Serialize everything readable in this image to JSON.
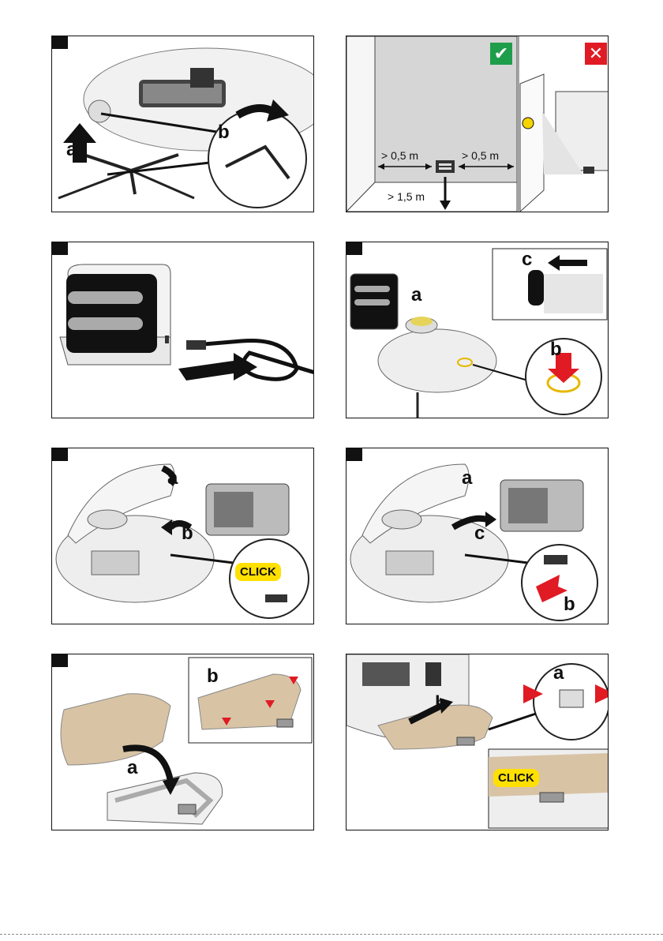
{
  "panels": {
    "p1": {
      "label_a": "a",
      "label_b": "b"
    },
    "p2": {
      "dim_left": "> 0,5 m",
      "dim_right": "> 0,5 m",
      "dim_front": "> 1,5 m",
      "ok_icon": "checkmark-icon",
      "no_icon": "cross-icon"
    },
    "p3": {},
    "p4": {
      "label_a": "a",
      "label_b": "b",
      "label_c": "c"
    },
    "p5": {
      "label_a": "a",
      "label_b": "b",
      "click": "CLICK"
    },
    "p6": {
      "label_a": "a",
      "label_b": "b",
      "label_c": "c"
    },
    "p7": {
      "label_a": "a",
      "label_b": "b"
    },
    "p8": {
      "label_a": "a",
      "label_b": "b",
      "click": "CLICK"
    }
  },
  "colors": {
    "ok": "#1e9e4a",
    "no": "#e01b24",
    "arrow": "#111111",
    "red_arrow": "#e01b24",
    "mop": "#d8c3a5",
    "click_bg": "#ffe000"
  }
}
